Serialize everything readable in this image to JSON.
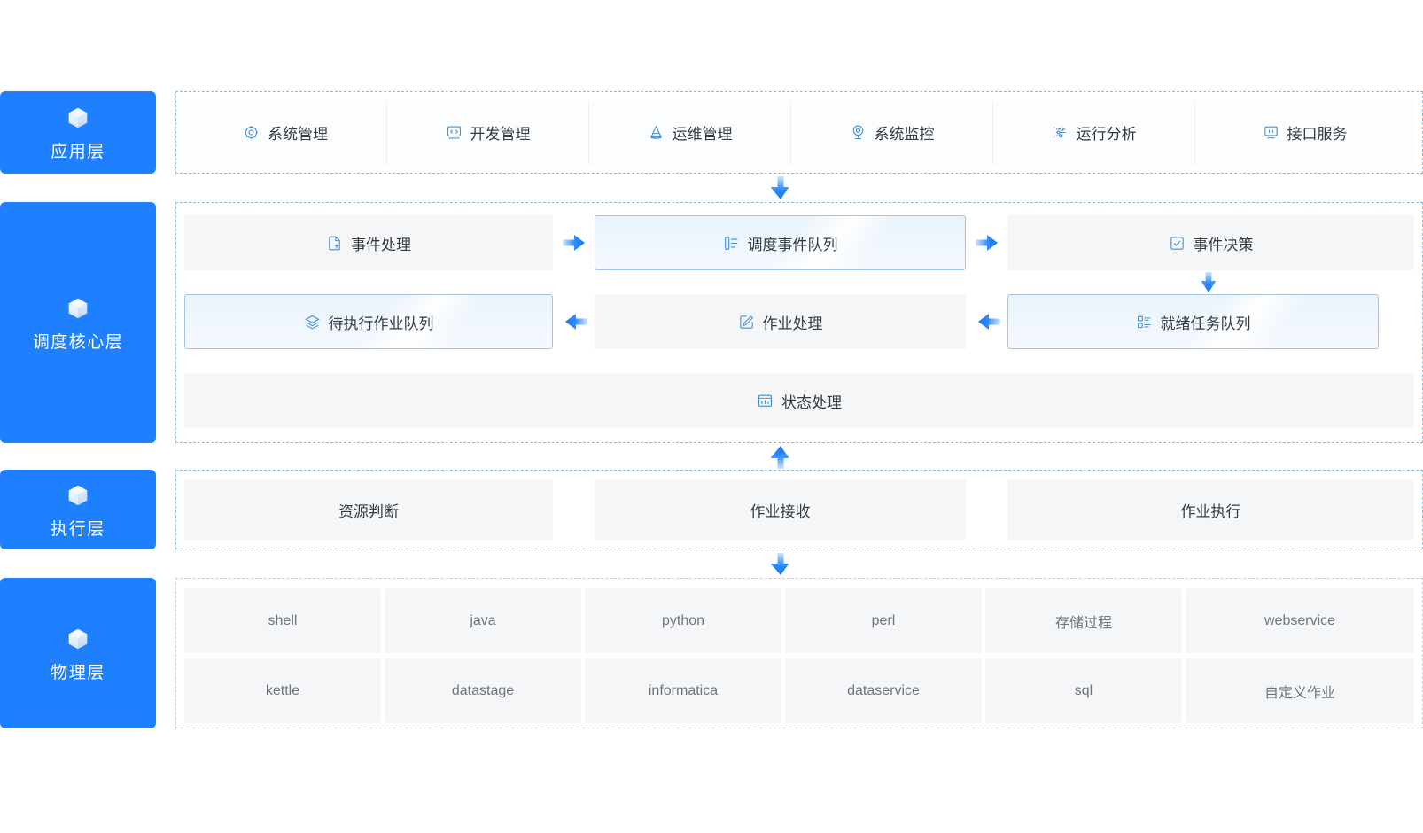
{
  "theme": {
    "accent": "#1E80FF",
    "band_border": "#8FBEE0",
    "card_bg": "#F5F6F8",
    "highlight_border": "#9FC6E8",
    "text": "#333A44",
    "muted_text": "#6D7580"
  },
  "layers": [
    {
      "id": "application",
      "label": "应用层",
      "icon": "cube-icon"
    },
    {
      "id": "scheduling",
      "label": "调度核心层",
      "icon": "cube-icon"
    },
    {
      "id": "execution",
      "label": "执行层",
      "icon": "cube-icon"
    },
    {
      "id": "physical",
      "label": "物理层",
      "icon": "cube-icon"
    }
  ],
  "application_layer": {
    "items": [
      {
        "label": "系统管理",
        "icon": "gear-icon"
      },
      {
        "label": "开发管理",
        "icon": "code-window-icon"
      },
      {
        "label": "运维管理",
        "icon": "cone-icon"
      },
      {
        "label": "系统监控",
        "icon": "monitor-camera-icon"
      },
      {
        "label": "运行分析",
        "icon": "sliders-icon"
      },
      {
        "label": "接口服务",
        "icon": "interface-icon"
      }
    ]
  },
  "scheduling_layer": {
    "row1": [
      {
        "label": "事件处理",
        "icon": "file-upload-icon",
        "highlight": false
      },
      {
        "label": "调度事件队列",
        "icon": "list-queue-icon",
        "highlight": true
      },
      {
        "label": "事件决策",
        "icon": "check-square-icon",
        "highlight": false
      }
    ],
    "row2": [
      {
        "label": "待执行作业队列",
        "icon": "layers-icon",
        "highlight": true
      },
      {
        "label": "作业处理",
        "icon": "pen-square-icon",
        "highlight": false
      },
      {
        "label": "就绪任务队列",
        "icon": "checklist-icon",
        "highlight": true
      }
    ],
    "row3": [
      {
        "label": "状态处理",
        "icon": "chart-window-icon",
        "highlight": false
      }
    ],
    "arrows": [
      {
        "name": "arrow-event-to-queue",
        "dir": "right"
      },
      {
        "name": "arrow-queue-to-decide",
        "dir": "right"
      },
      {
        "name": "arrow-decide-to-ready",
        "dir": "down"
      },
      {
        "name": "arrow-ready-to-job",
        "dir": "left"
      },
      {
        "name": "arrow-job-to-pending",
        "dir": "left"
      }
    ]
  },
  "execution_layer": {
    "items": [
      {
        "label": "资源判断"
      },
      {
        "label": "作业接收"
      },
      {
        "label": "作业执行"
      }
    ]
  },
  "physical_layer": {
    "row1": [
      {
        "label": "shell"
      },
      {
        "label": "java"
      },
      {
        "label": "python"
      },
      {
        "label": "perl"
      },
      {
        "label": "存储过程"
      },
      {
        "label": "webservice"
      }
    ],
    "row2": [
      {
        "label": "kettle"
      },
      {
        "label": "datastage"
      },
      {
        "label": "informatica"
      },
      {
        "label": "dataservice"
      },
      {
        "label": "sql"
      },
      {
        "label": "自定义作业"
      }
    ]
  },
  "interlayer_arrows": [
    {
      "name": "arrow-app-to-scheduling",
      "dir": "down"
    },
    {
      "name": "arrow-execution-to-scheduling",
      "dir": "up"
    },
    {
      "name": "arrow-execution-to-physical",
      "dir": "down"
    }
  ]
}
